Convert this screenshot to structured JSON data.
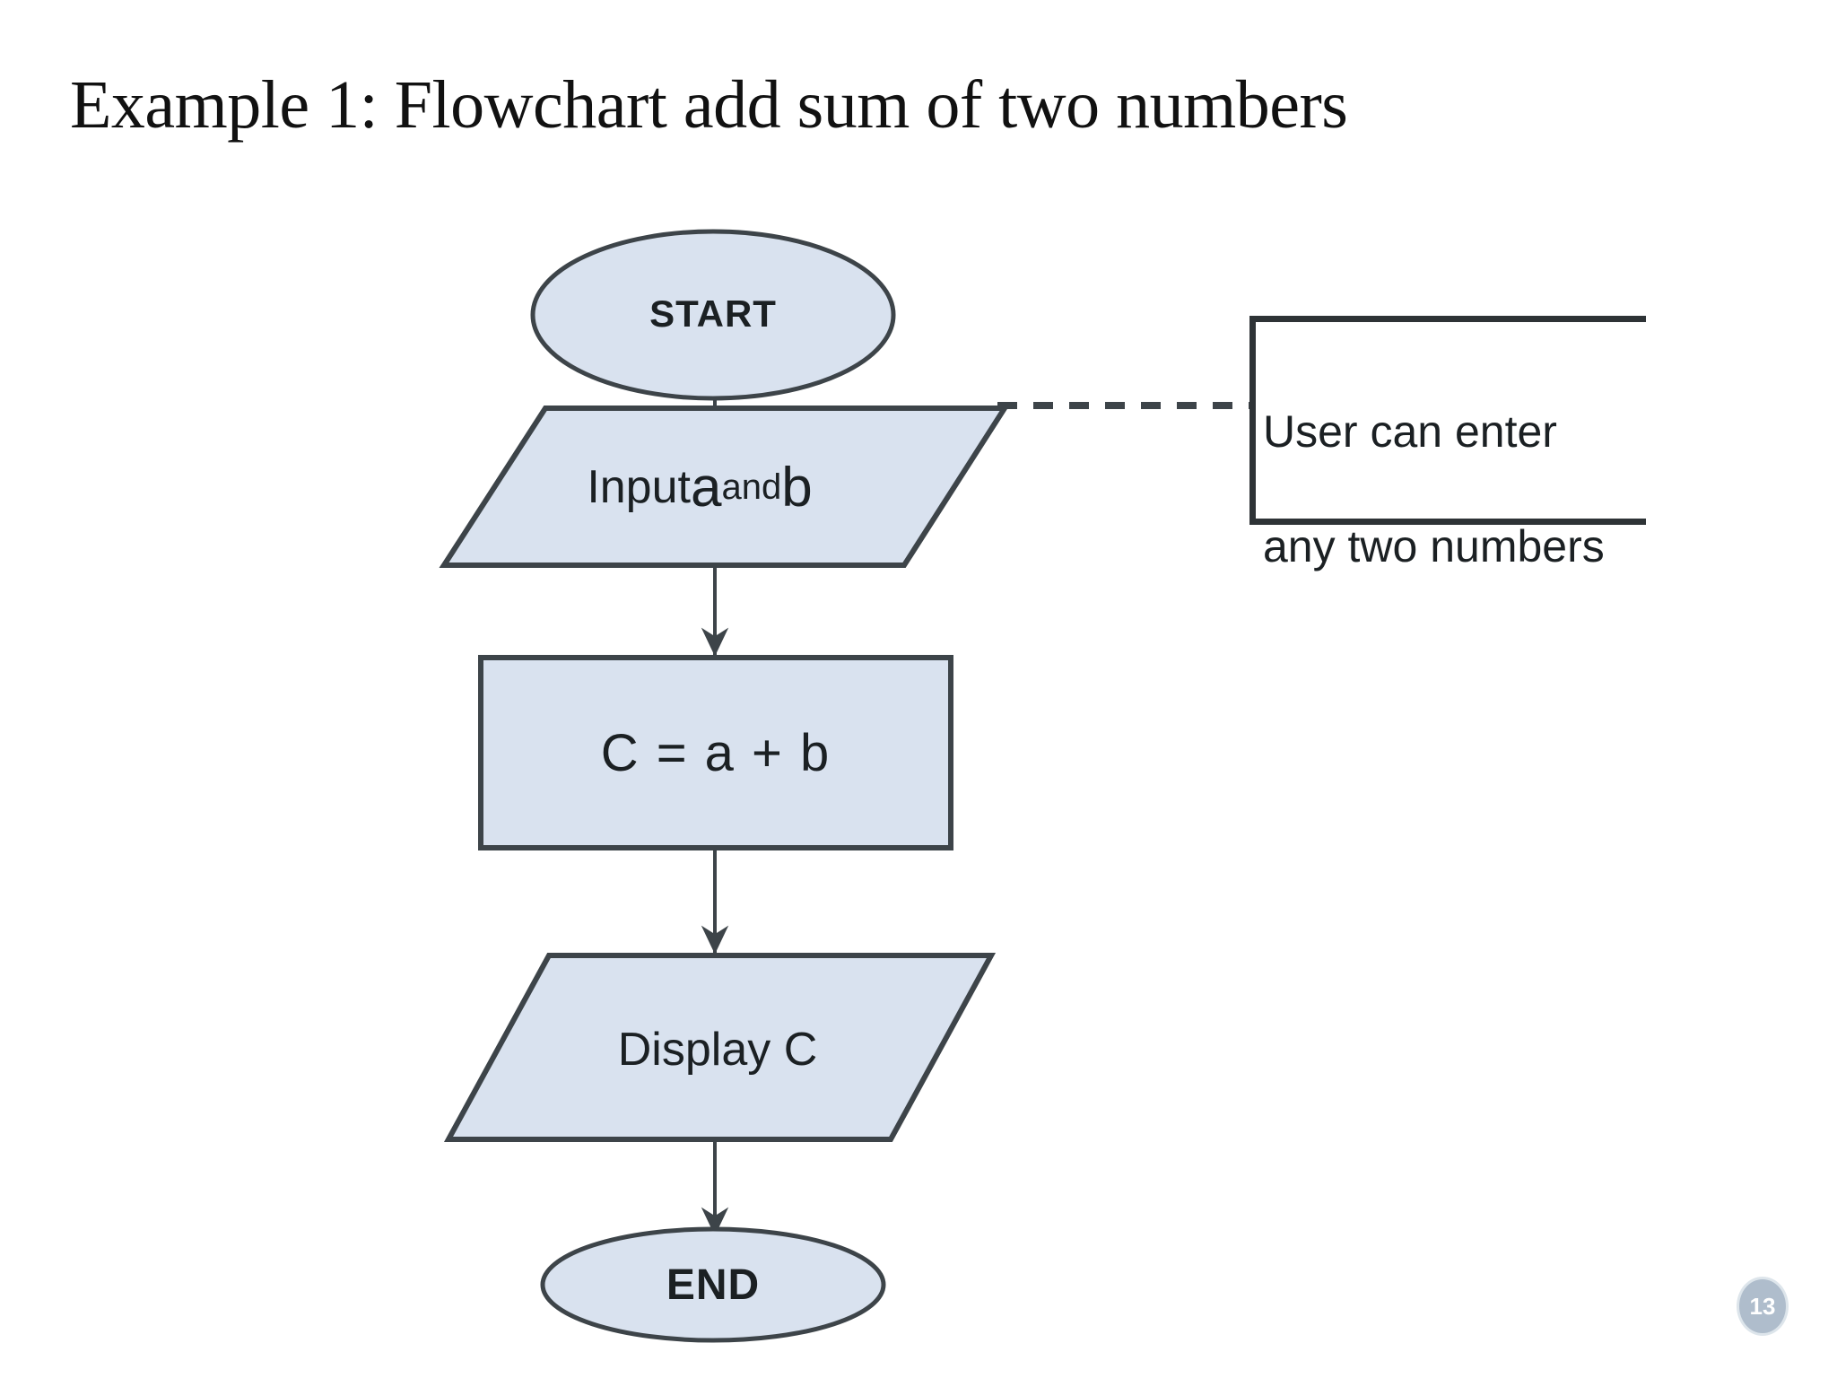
{
  "slide": {
    "title": "Example 1: Flowchart add sum of two numbers",
    "page_number": "13",
    "background_color": "#ffffff"
  },
  "theme": {
    "shape_fill": "#d9e2ef",
    "shape_stroke": "#3d4449",
    "connector_color": "#3d4449",
    "text_color": "#1b2023",
    "callout_border": "#2e3336",
    "badge_color": "#6f88a3"
  },
  "flowchart": {
    "type": "flowchart",
    "nodes": [
      {
        "id": "start",
        "shape": "ellipse",
        "label": "START",
        "role": "terminal"
      },
      {
        "id": "input",
        "shape": "parallelogram",
        "label": "Input a and b",
        "label_parts": {
          "prefix": "Input ",
          "var1": "a",
          "conjunction": " and ",
          "var2": "b"
        },
        "role": "input-output"
      },
      {
        "id": "process",
        "shape": "rectangle",
        "label": "C = a + b",
        "role": "process"
      },
      {
        "id": "display",
        "shape": "parallelogram",
        "label": "Display C",
        "role": "input-output"
      },
      {
        "id": "end",
        "shape": "ellipse",
        "label": "END",
        "role": "terminal"
      }
    ],
    "edges": [
      {
        "from": "start",
        "to": "input",
        "style": "solid",
        "arrow": true
      },
      {
        "from": "input",
        "to": "process",
        "style": "solid",
        "arrow": true
      },
      {
        "from": "process",
        "to": "display",
        "style": "solid",
        "arrow": true
      },
      {
        "from": "display",
        "to": "end",
        "style": "solid",
        "arrow": true
      },
      {
        "from": "input",
        "to": "callout",
        "style": "dashed",
        "arrow": false
      }
    ],
    "annotations": [
      {
        "id": "callout",
        "attached_to": "input",
        "text": "User can enter\nany two numbers",
        "line1": "User can enter",
        "line2": "any two numbers"
      }
    ]
  }
}
